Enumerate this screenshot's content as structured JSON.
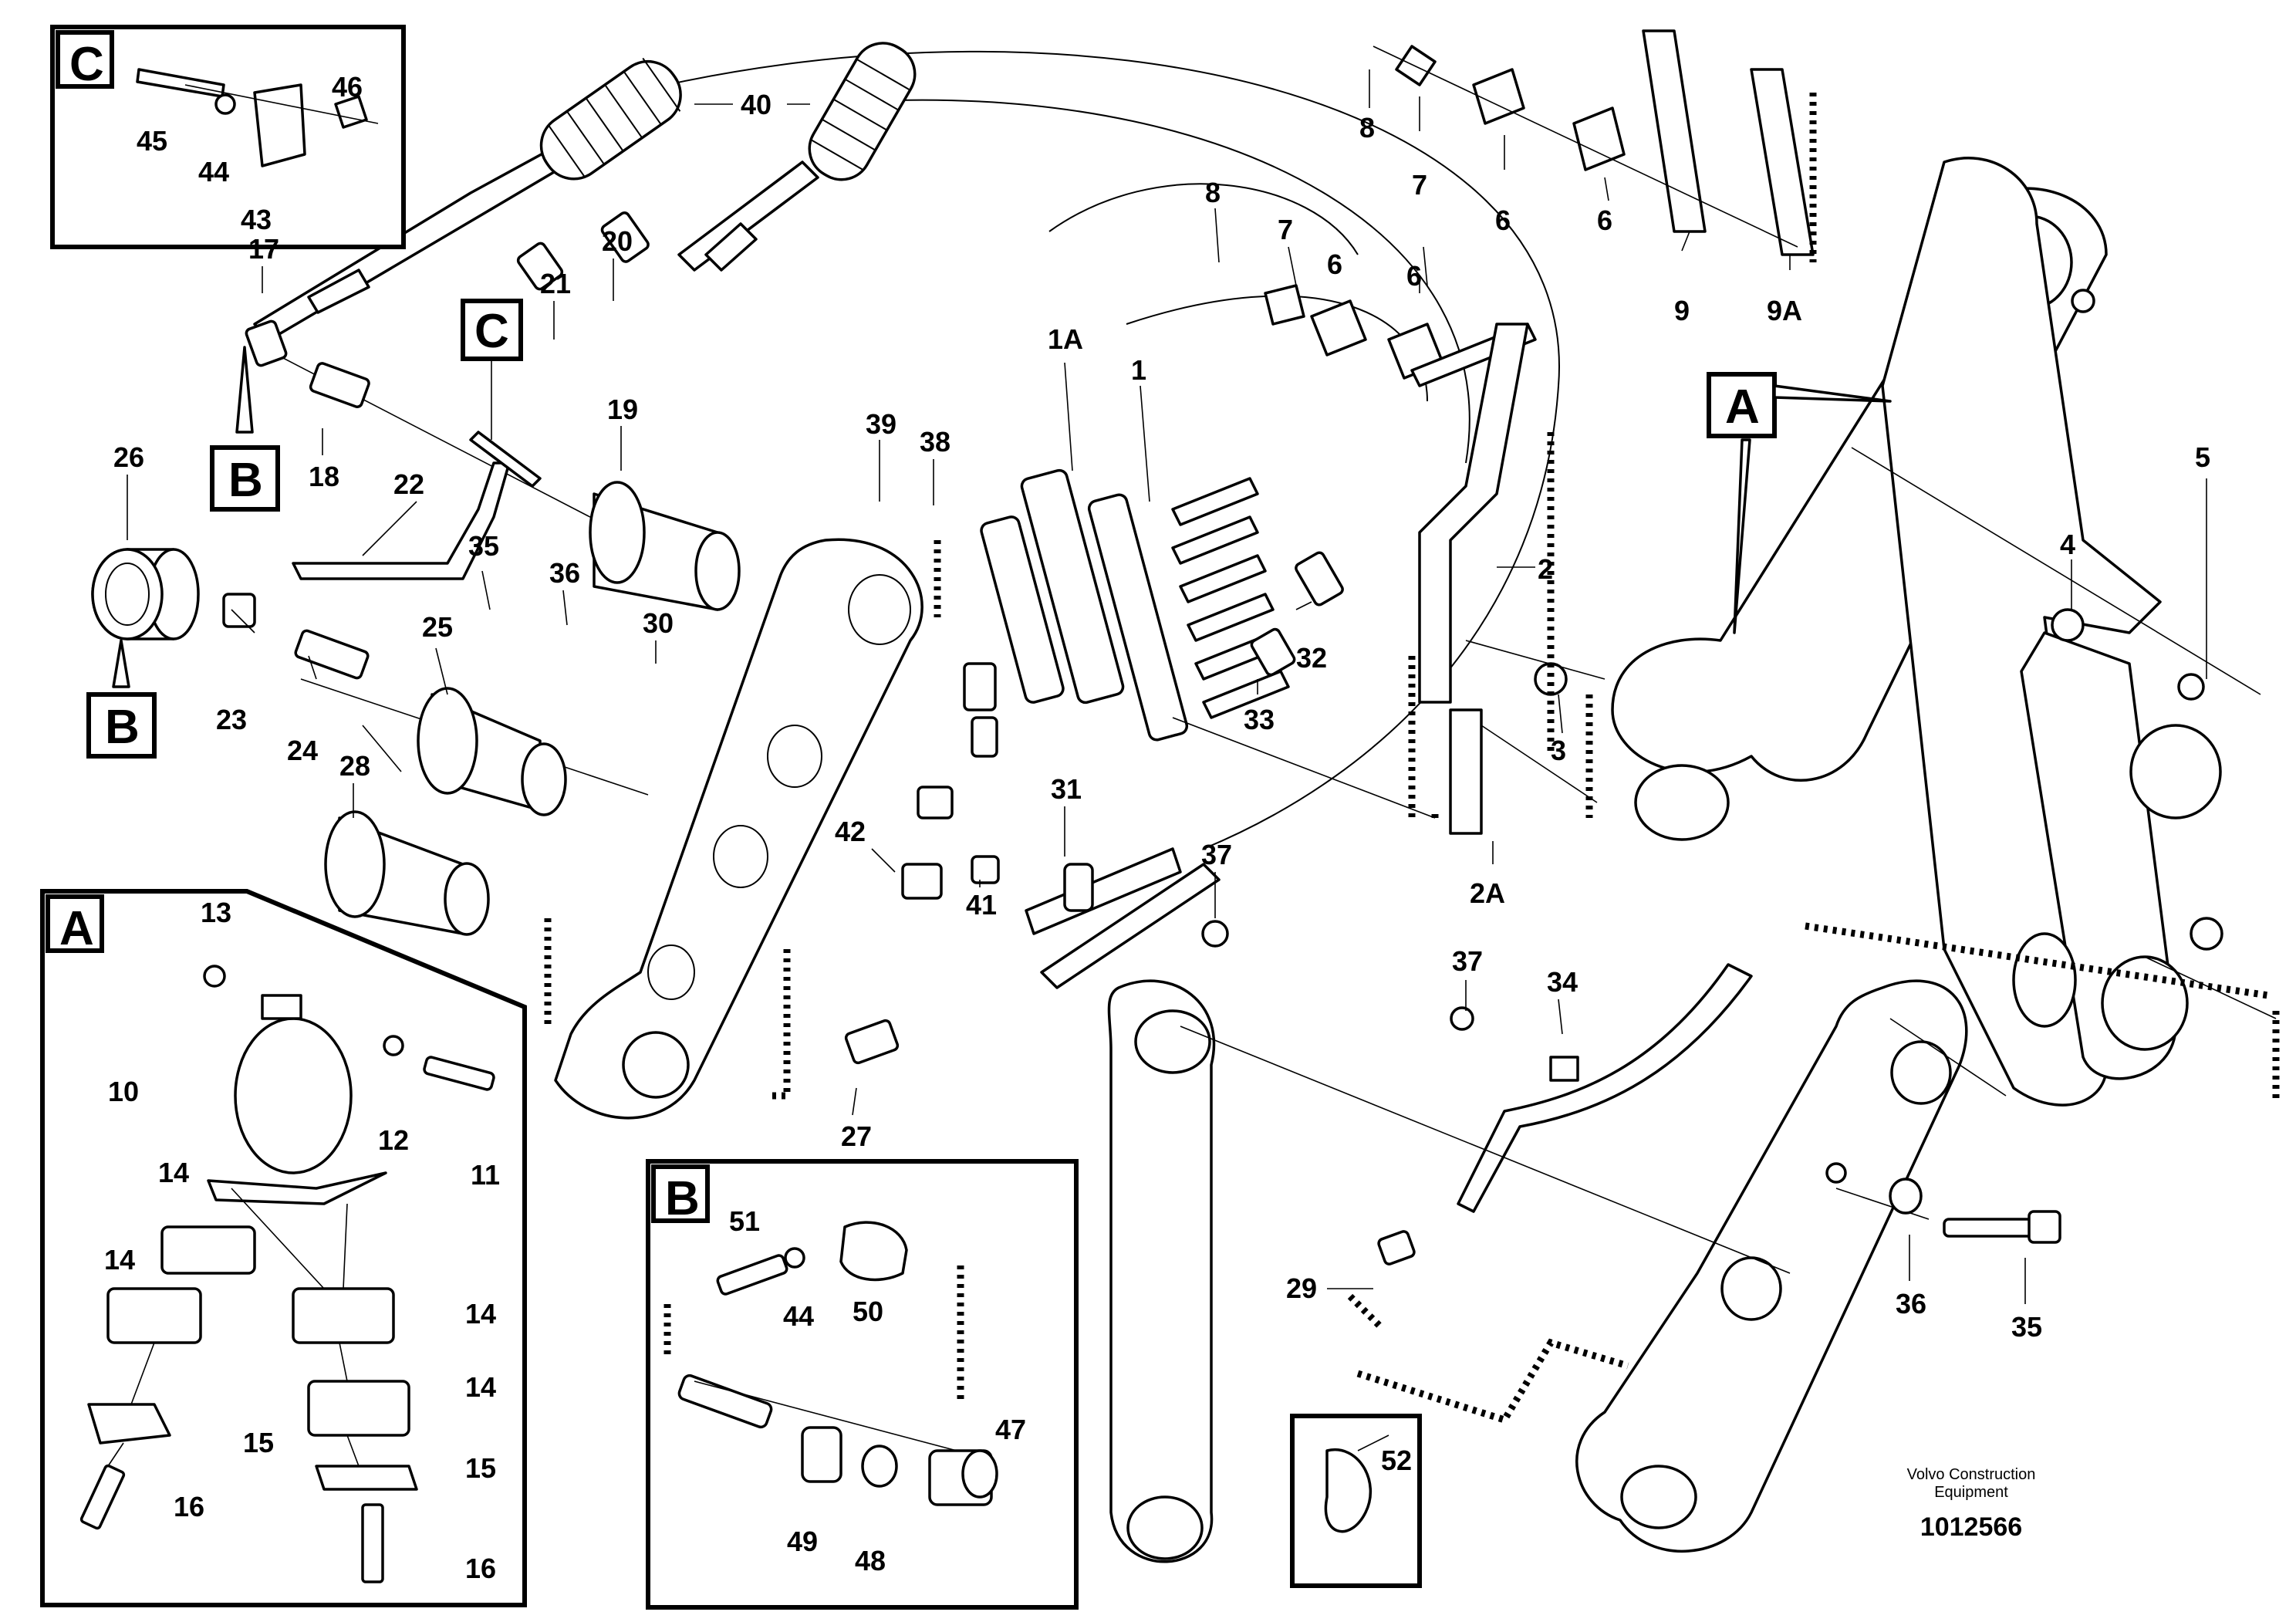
{
  "insets": {
    "A": "A",
    "B": "B",
    "C": "C"
  },
  "main_letters": {
    "A_right": "A",
    "B_upper": "B",
    "B_lower": "B",
    "C_pipe": "C"
  },
  "callouts": {
    "c40": "40",
    "c17": "17",
    "c20": "20",
    "c21": "21",
    "c18": "18",
    "c19": "19",
    "c22": "22",
    "c26": "26",
    "c23": "23",
    "c24": "24",
    "c25": "25",
    "c35a": "35",
    "c36a": "36",
    "c30": "30",
    "c28": "28",
    "c39": "39",
    "c38": "38",
    "c1A": "1A",
    "c1": "1",
    "c32": "32",
    "c33": "33",
    "c31": "31",
    "c42": "42",
    "c41": "41",
    "c37a": "37",
    "c27": "27",
    "c8a": "8",
    "c7a": "7",
    "c6a": "6",
    "c6b": "6",
    "c8b": "8",
    "c7b": "7",
    "c6c": "6",
    "c6d": "6",
    "c9": "9",
    "c9A": "9A",
    "c2": "2",
    "c2A": "2A",
    "c3": "3",
    "c4": "4",
    "c5": "5",
    "c37b": "37",
    "c34": "34",
    "c29": "29",
    "c36b": "36",
    "c35b": "35",
    "c52": "52",
    "c45": "45",
    "c44c": "44",
    "c43": "43",
    "c46": "46",
    "c13": "13",
    "c10": "10",
    "c12": "12",
    "c11": "11",
    "c14a": "14",
    "c14b": "14",
    "c14c": "14",
    "c14d": "14",
    "c15a": "15",
    "c15b": "15",
    "c16a": "16",
    "c16b": "16",
    "c51": "51",
    "c44b": "44",
    "c50": "50",
    "c47": "47",
    "c49": "49",
    "c48": "48"
  },
  "footer": {
    "company_line1": "Volvo Construction",
    "company_line2": "Equipment",
    "drawing_number": "1012566"
  }
}
